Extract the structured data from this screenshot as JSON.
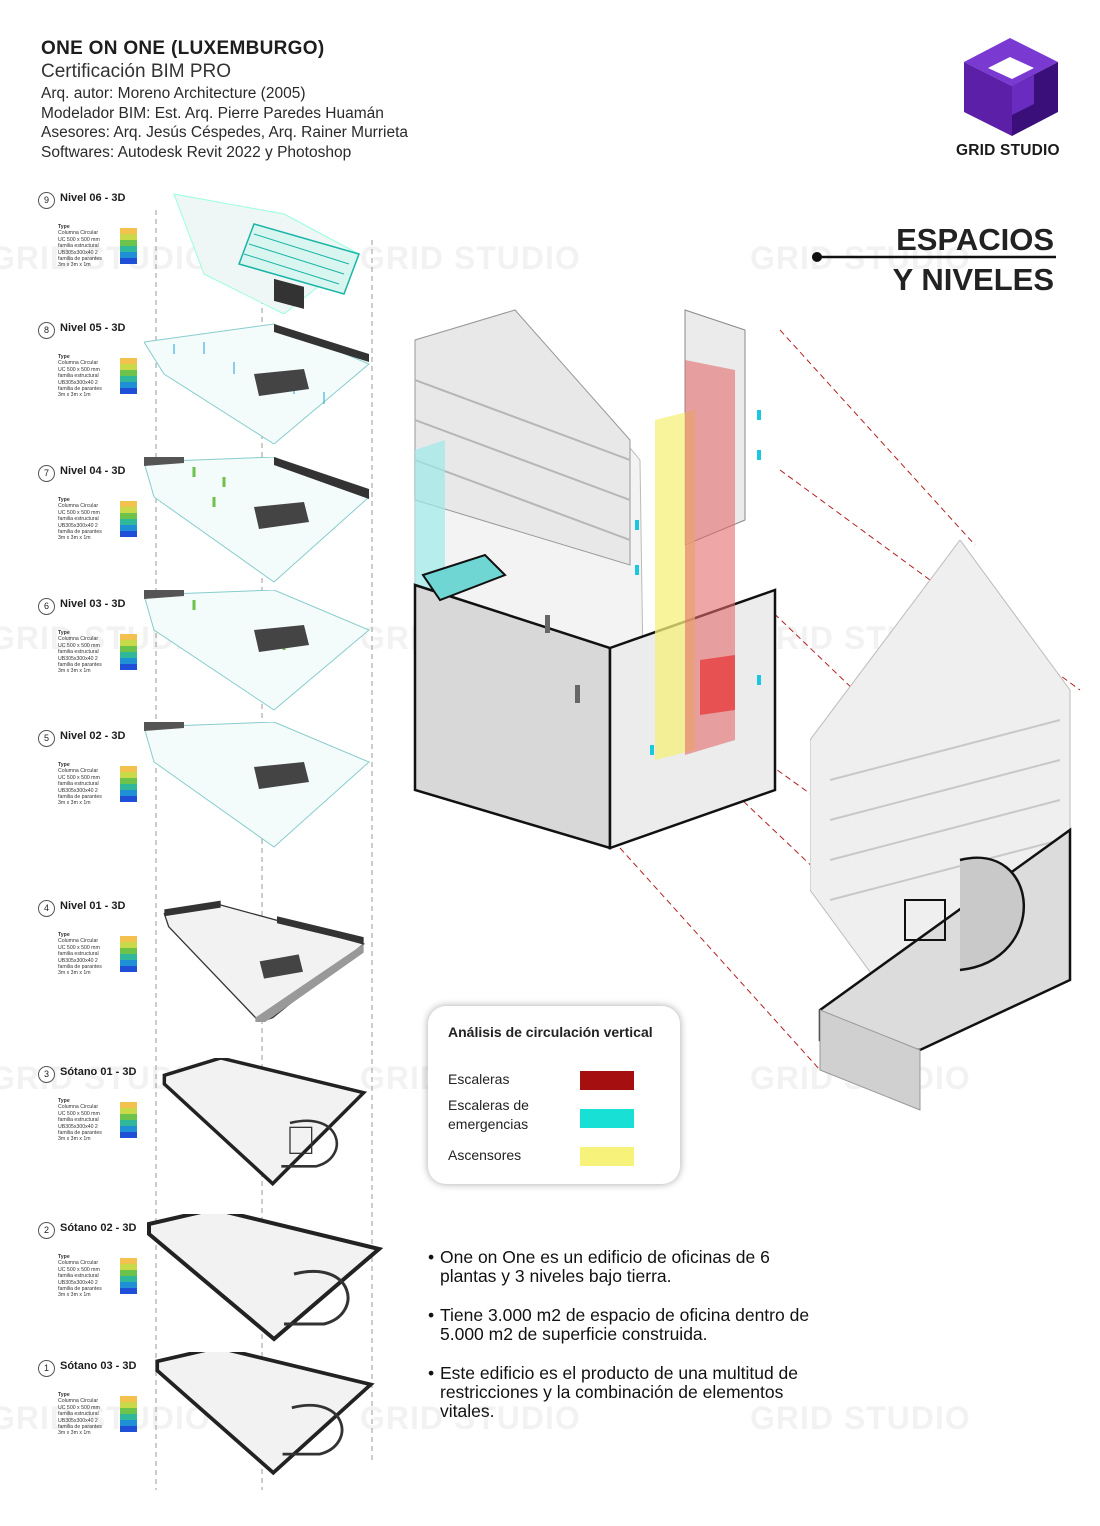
{
  "header": {
    "project": "ONE ON ONE  (LUXEMBURGO)",
    "certification": "Certificación BIM PRO",
    "architect": "Arq. autor: Moreno Architecture (2005)",
    "modeler": "Modelador BIM: Est. Arq. Pierre Paredes Huamán",
    "advisors": "Asesores: Arq. Jesús Céspedes, Arq. Rainer Murrieta",
    "software": "Softwares: Autodesk Revit 2022 y Photoshop"
  },
  "logo": {
    "brand": "GRID STUDIO",
    "icon": "grid-studio-cube-logo",
    "colors": [
      "#5b1fa8",
      "#3a0f7a",
      "#7a3ad1"
    ]
  },
  "section_title": {
    "line1": "ESPACIOS",
    "line2": "Y NIVELES"
  },
  "watermark": "GRID STUDIO",
  "levels": [
    {
      "number": "9",
      "name": "Nivel 06 - 3D"
    },
    {
      "number": "8",
      "name": "Nivel 05 - 3D"
    },
    {
      "number": "7",
      "name": "Nivel 04 - 3D"
    },
    {
      "number": "6",
      "name": "Nivel 03 - 3D"
    },
    {
      "number": "5",
      "name": "Nivel 02 - 3D"
    },
    {
      "number": "4",
      "name": "Nivel 01 - 3D"
    },
    {
      "number": "3",
      "name": "Sótano 01 - 3D"
    },
    {
      "number": "2",
      "name": "Sótano 02 - 3D"
    },
    {
      "number": "1",
      "name": "Sótano 03 - 3D"
    }
  ],
  "level_legend": {
    "title": "Type",
    "items": [
      "Columna Circular",
      "UC 500 x 500 mm",
      "familia estructural",
      "UB305x300x40 2",
      "familia de parantes",
      "3m x 3m x 1m"
    ],
    "colors": [
      "#f2c14e",
      "#c8d94a",
      "#6cc24a",
      "#2fb89a",
      "#1f8fd6",
      "#1f4fd6"
    ]
  },
  "circulation_legend": {
    "title": "Análisis de circulación vertical",
    "items": [
      {
        "label": "Escaleras",
        "color": "#a50f0f"
      },
      {
        "label": "Escaleras de emergencias",
        "color": "#19e0d4"
      },
      {
        "label": "Ascensores",
        "color": "#f6f27a"
      }
    ]
  },
  "notes": [
    "One on One es un edificio de oficinas de 6 plantas y 3 niveles bajo tierra.",
    "Tiene 3.000 m2 de espacio de oficina dentro de 5.000 m2 de superficie construida.",
    "Este edificio es el producto de una multitud de restricciones y la combinación de elementos vitales."
  ]
}
